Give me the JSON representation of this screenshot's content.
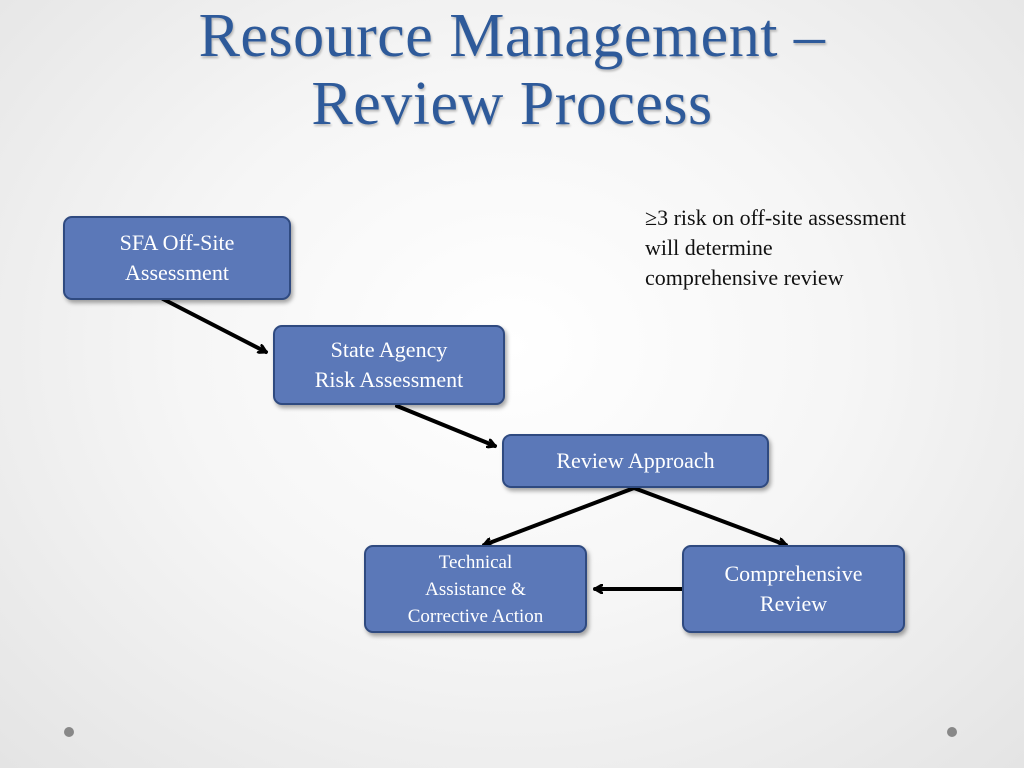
{
  "slide": {
    "title_line1": "Resource Management –",
    "title_line2": "Review Process"
  },
  "note": {
    "line1": "≥3 risk on off-site assessment",
    "line2": "will determine",
    "line3": "comprehensive review"
  },
  "nodes": {
    "sfa": {
      "line1": "SFA Off-Site",
      "line2": "Assessment"
    },
    "state": {
      "line1": "State Agency",
      "line2": "Risk Assessment"
    },
    "review": {
      "line1": "Review Approach"
    },
    "tech": {
      "line1": "Technical",
      "line2": "Assistance &",
      "line3": "Corrective Action"
    },
    "comp": {
      "line1": "Comprehensive",
      "line2": "Review"
    }
  },
  "colors": {
    "title": "#2e5a9a",
    "box_fill": "#5b78b8",
    "box_border": "#2f4a80",
    "arrow": "#000000"
  }
}
